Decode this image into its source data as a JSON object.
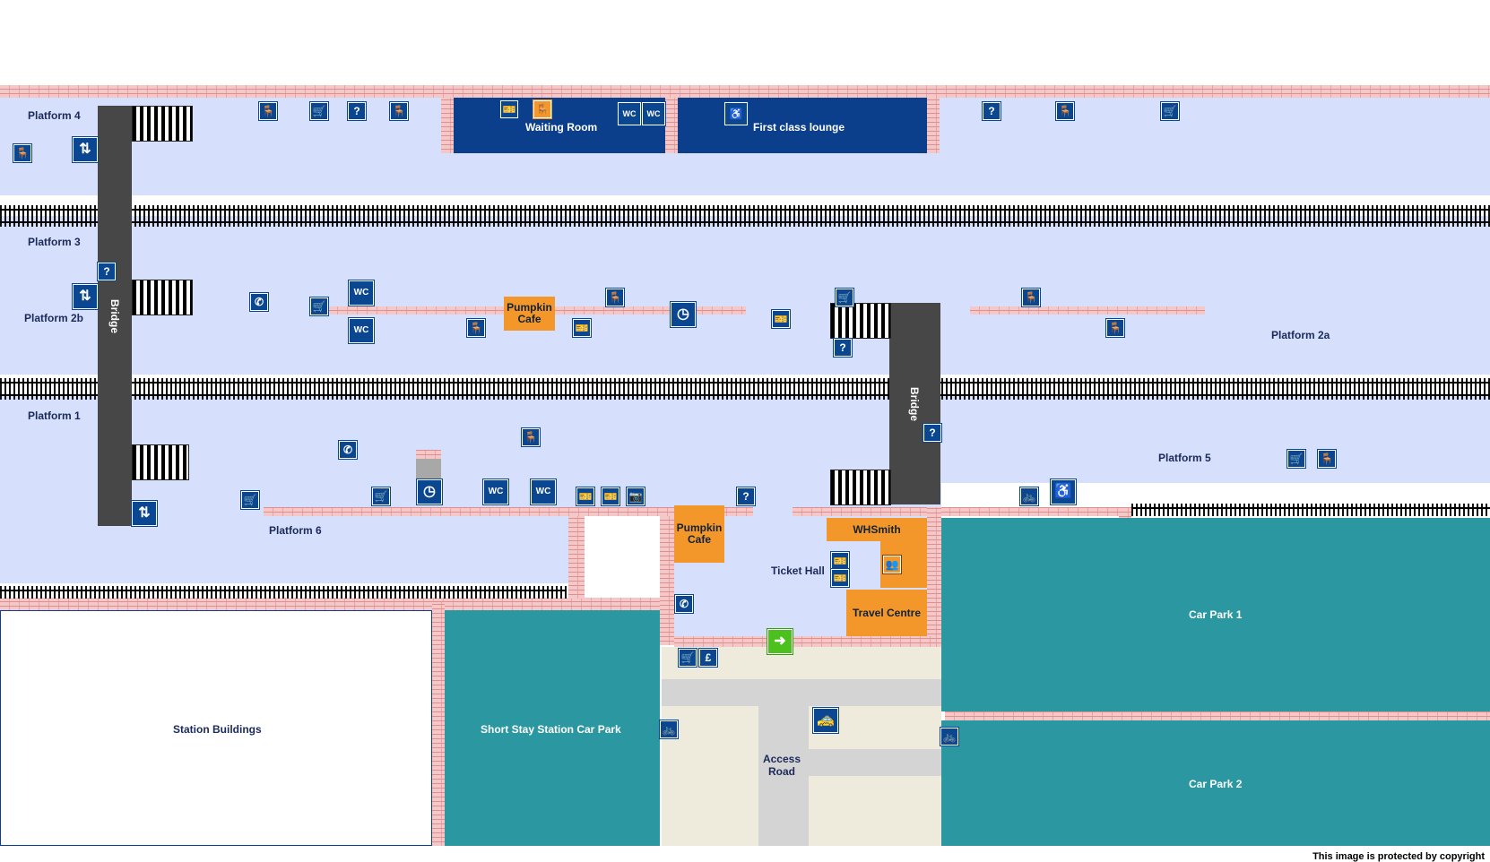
{
  "labels": {
    "platform_4": "Platform 4",
    "platform_3": "Platform 3",
    "platform_2b": "Platform 2b",
    "platform_2a": "Platform 2a",
    "platform_1": "Platform 1",
    "platform_5": "Platform 5",
    "platform_6": "Platform 6",
    "bridge": "Bridge",
    "waiting_room": "Waiting Room",
    "first_class_lounge": "First class lounge",
    "pumpkin_cafe": "Pumpkin Cafe",
    "whsmith": "WHSmith",
    "ticket_hall": "Ticket Hall",
    "travel_centre": "Travel Centre",
    "car_park_1": "Car Park 1",
    "car_park_2": "Car Park 2",
    "short_stay": "Short Stay Station Car Park",
    "station_buildings": "Station Buildings",
    "access_road": "Access Road",
    "copyright": "This image is protected by copyright"
  },
  "icons": {
    "seat": "🪑",
    "trolley": "🛒",
    "info": "?",
    "lift": "⇅",
    "phone": "✆",
    "wc": "WC",
    "wc_disabled": "♿",
    "ticket_machine": "🎫",
    "cash": "£",
    "photo": "📷",
    "bike": "🚲",
    "taxi": "🚕",
    "exit": "➜",
    "staff": "👥",
    "clock": "◷"
  },
  "colors": {
    "platform": "#d6dffb",
    "facility": "#0b3f8c",
    "car_park": "#2b97a0",
    "retail": "#f4972a",
    "exit": "#4cc11e"
  }
}
